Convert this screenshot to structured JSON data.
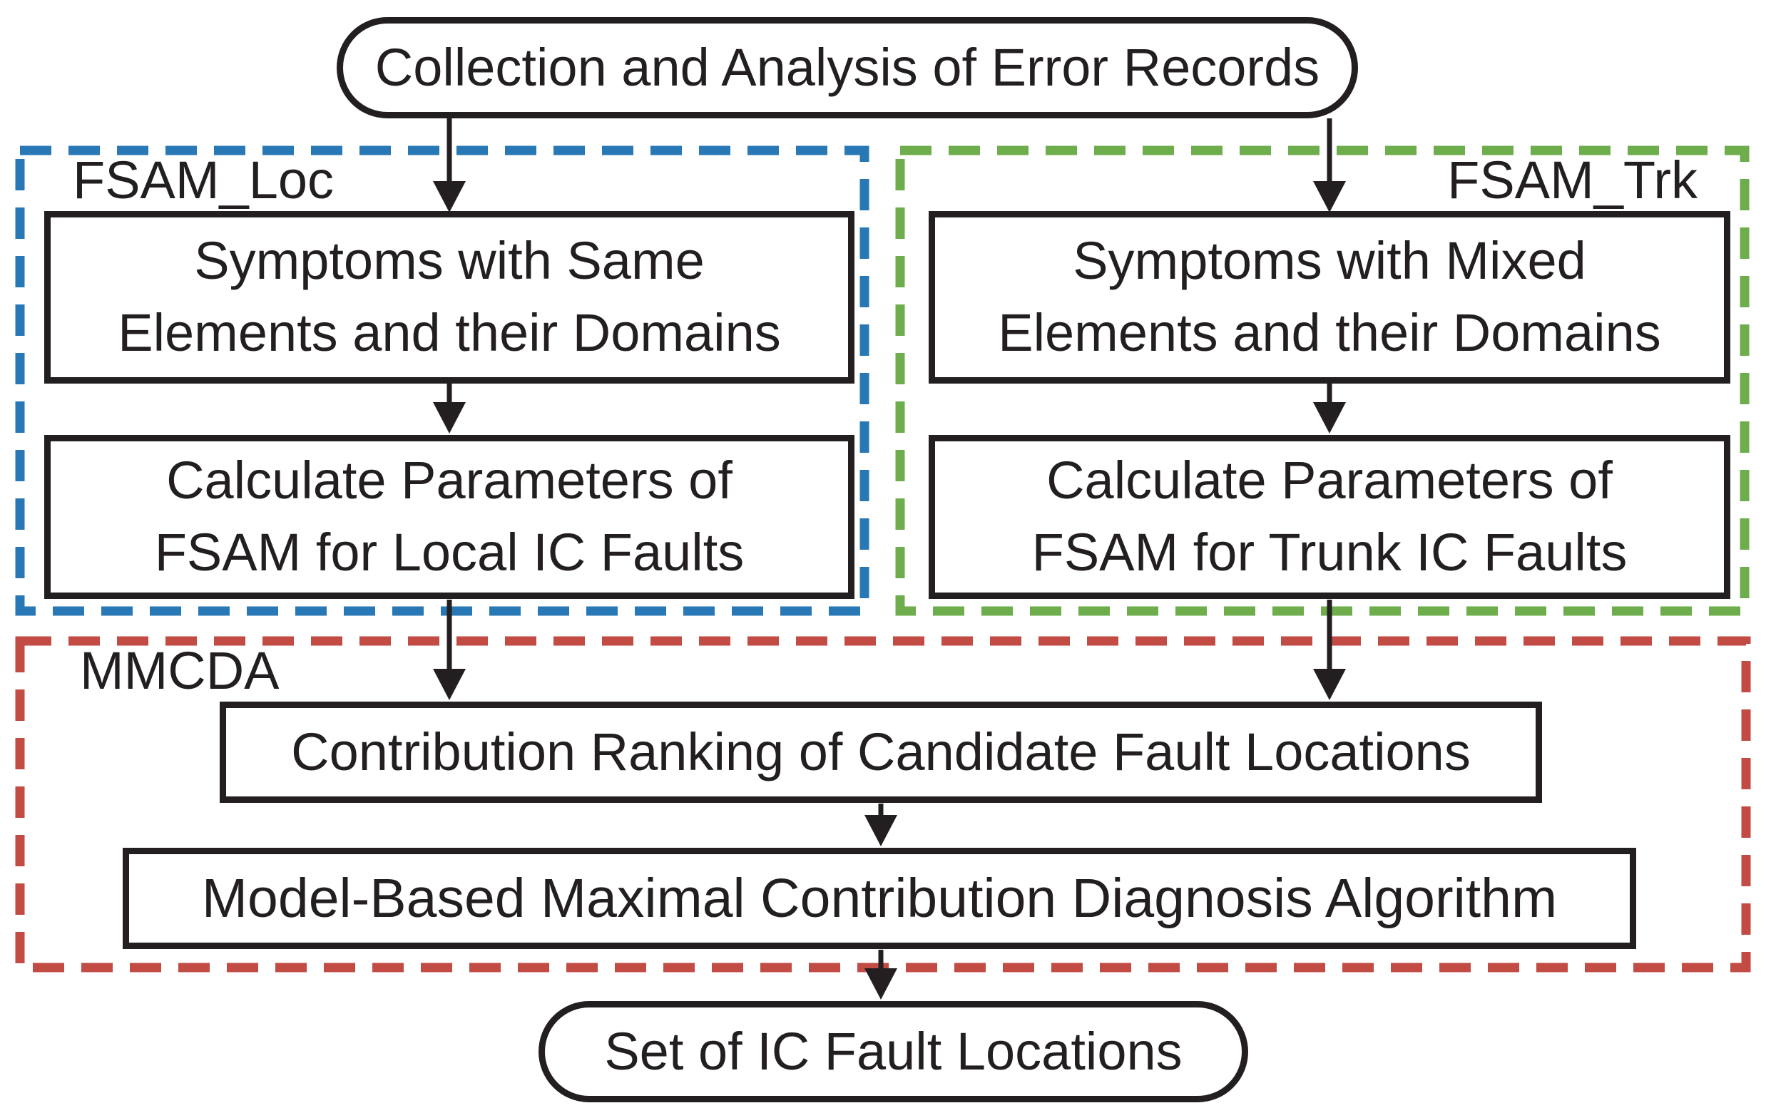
{
  "colors": {
    "ink": "#231F20",
    "fsam_loc_frame": "#2878B5",
    "fsam_trk_frame": "#6DAD4B",
    "mmcda_frame": "#C24B44",
    "background": "#FFFFFF"
  },
  "nodes": {
    "collection": "Collection and Analysis of Error Records",
    "symptoms_same": "Symptoms with Same\nElements and their Domains",
    "calc_local": "Calculate Parameters of\nFSAM for Local IC Faults",
    "symptoms_mixed": "Symptoms with Mixed\nElements and their Domains",
    "calc_trunk": "Calculate Parameters of\nFSAM for Trunk IC Faults",
    "contribution_ranking": "Contribution Ranking of Candidate Fault Locations",
    "diagnosis_algorithm": "Model-Based Maximal Contribution Diagnosis Algorithm",
    "fault_set": "Set of IC Fault Locations"
  },
  "groups": {
    "fsam_loc": {
      "label": "FSAM_Loc"
    },
    "fsam_trk": {
      "label": "FSAM_Trk"
    },
    "mmcda": {
      "label": "MMCDA"
    }
  }
}
